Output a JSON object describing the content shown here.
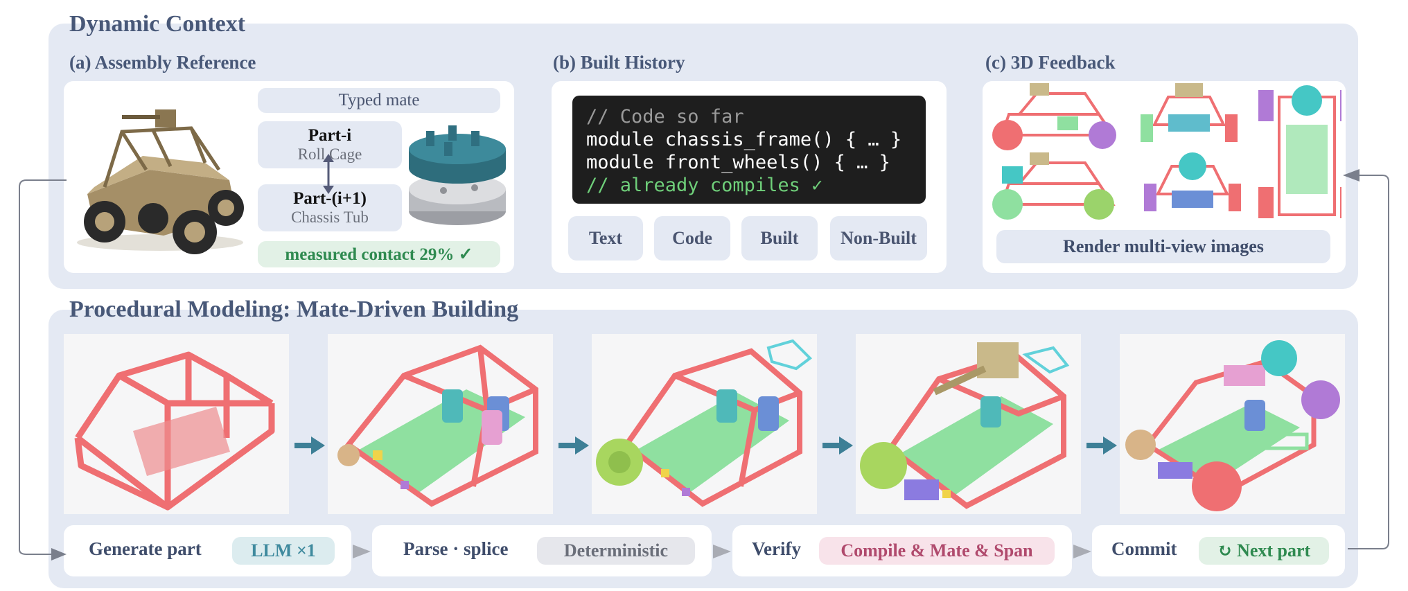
{
  "dynamic_context": {
    "title": "Dynamic Context",
    "assembly": {
      "title": "(a) Assembly Reference",
      "typed_mate": "Typed mate",
      "part_i": {
        "name": "Part-i",
        "desc": "Roll Cage"
      },
      "part_next": {
        "name": "Part-(i+1)",
        "desc": "Chassis Tub"
      },
      "contact": "measured  contact 29% ✓"
    },
    "history": {
      "title": "(b) Built History",
      "code_lines": [
        "// Code so far",
        "module chassis_frame() { … }",
        "module front_wheels() { … }",
        "// already compiles ✓"
      ],
      "tags": [
        "Text",
        "Code",
        "Built",
        "Non-Built"
      ]
    },
    "feedback": {
      "title": "(c) 3D Feedback",
      "render_label": "Render multi-view images"
    }
  },
  "procedural": {
    "title": "Procedural Modeling: Mate-Driven Building",
    "steps": [
      {
        "label": "Generate part",
        "tag": "LLM ×1"
      },
      {
        "label": "Parse · splice",
        "tag": "Deterministic"
      },
      {
        "label": "Verify",
        "tag": "Compile & Mate & Span"
      },
      {
        "label": "Commit",
        "tag": "↻ Next part"
      }
    ]
  },
  "colors": {
    "panel": "#e4e9f3",
    "frame_red": "#ef6f72",
    "tub_green": "#8fe0a0",
    "arrow_teal": "#3d7f96",
    "llm_tag_bg": "#dcecef",
    "verify_tag_bg": "#f8e3ea",
    "next_tag_bg": "#e2f1e6"
  }
}
